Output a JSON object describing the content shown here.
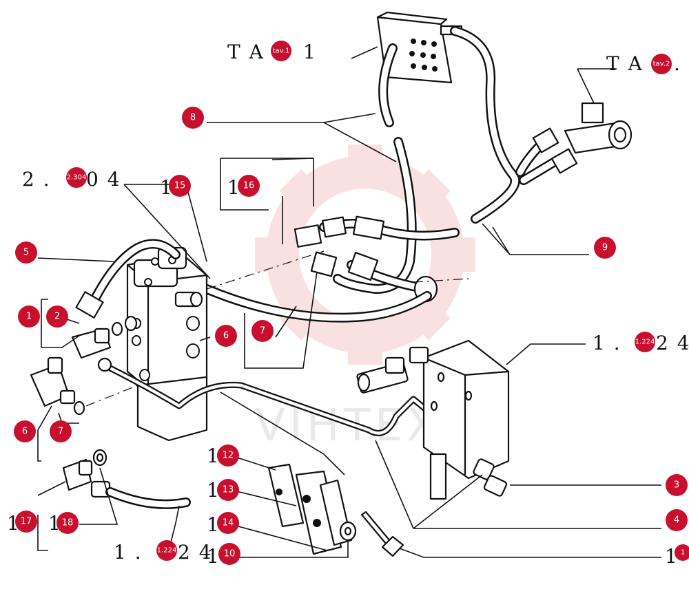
{
  "diagram": {
    "watermark_text": "VIHTEX",
    "colors": {
      "callout": "#c8102e",
      "watermark_gear": "#f6c9c9",
      "line": "#111111"
    },
    "references": {
      "ta1": "T A",
      "ta1_suffix": "1",
      "ta2": "T A",
      "ta2_suffix": ".",
      "ref_2304_left": "2 .",
      "ref_2304_right": "0 4",
      "ref_1224_right_left": "1 .",
      "ref_1224_right_right": "2 4",
      "ref_1224_bottom_left": "1 .",
      "ref_1224_bottom_right": "2 4",
      "ref_15": "1",
      "ref_16": "1",
      "ref_12": "1",
      "ref_13": "1",
      "ref_14": "1",
      "ref_10": "1",
      "ref_11": "1",
      "ref_17": "1",
      "ref_18": "1"
    },
    "callouts": {
      "tav1": "tav.1",
      "tav2": "tav.2",
      "c2304": "2.304",
      "c1224_right": "1.224",
      "c1224_bottom": "1.224",
      "c1": "1",
      "c2": "2",
      "c3": "3",
      "c4": "4",
      "c5": "5",
      "c6a": "6",
      "c6b": "6",
      "c7a": "7",
      "c7b": "7",
      "c8": "8",
      "c9": "9",
      "c10": "10",
      "c11": "1",
      "c12": "12",
      "c13": "13",
      "c14": "14",
      "c15": "15",
      "c16": "16",
      "c17": "17",
      "c18": "18"
    }
  }
}
